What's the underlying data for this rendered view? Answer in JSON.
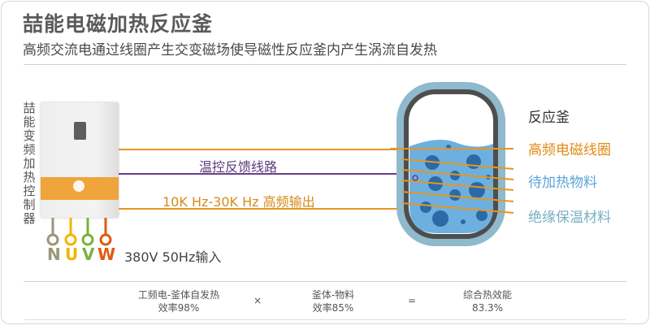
{
  "header": {
    "title": "喆能电磁加热反应釜",
    "subtitle": "高频交流电通过线圈产生交变磁场使导磁性反应釜内产生涡流自发热"
  },
  "controller": {
    "vertical_label": "喆能变频加热控制器",
    "terminals": [
      {
        "label": "N",
        "color": "#9a9678"
      },
      {
        "label": "U",
        "color": "#f0b400"
      },
      {
        "label": "V",
        "color": "#7ab13a"
      },
      {
        "label": "W",
        "color": "#e05a10"
      }
    ],
    "input_label": "380V 50Hz输入"
  },
  "lines": {
    "feedback_label": "温控反馈线路",
    "output_label": "10K Hz-30K Hz 高频输出",
    "orange": "#e8961e",
    "purple": "#6a3d8c"
  },
  "legend": {
    "items": [
      {
        "label": "反应釜",
        "color": "#333333"
      },
      {
        "label": "高频电磁线圈",
        "color": "#e08a14"
      },
      {
        "label": "待加热物料",
        "color": "#5aa5d8"
      },
      {
        "label": "绝缘保温材料",
        "color": "#7aaec4"
      }
    ]
  },
  "formula": {
    "term1_line1": "工频电-釜体自发热",
    "term1_line2": "效率98%",
    "op1": "×",
    "term2_line1": "釜体-物料",
    "term2_line2": "效率85%",
    "op2": "=",
    "result_line1": "综合热效能",
    "result_line2": "83.3%"
  }
}
